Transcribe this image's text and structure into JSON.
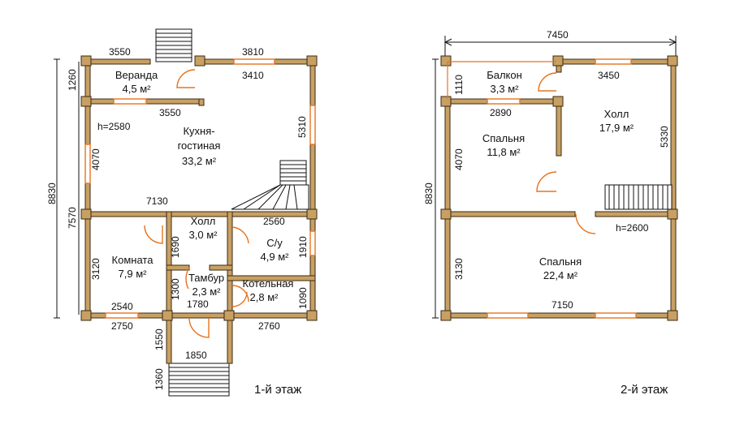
{
  "floor1": {
    "caption": "1-й этаж",
    "rooms": {
      "veranda": {
        "name": "Веранда",
        "area": "4,5 м²"
      },
      "kitchen": {
        "name1": "Кухня-",
        "name2": "гостиная",
        "area": "33,2 м²"
      },
      "hall": {
        "name": "Холл",
        "area": "3,0 м²"
      },
      "bathroom": {
        "name": "С/у",
        "area": "4,9 м²"
      },
      "room": {
        "name": "Комната",
        "area": "7,9 м²"
      },
      "vestibule": {
        "name": "Тамбур",
        "area": "2,3 м²"
      },
      "boiler": {
        "name": "Котельная",
        "area": "2,8 м²"
      }
    },
    "height": "h=2580",
    "dims": {
      "d3550top": "3550",
      "d3810": "3810",
      "d3410": "3410",
      "d3550mid": "3550",
      "d1260": "1260",
      "d8830": "8830",
      "d4070": "4070",
      "d5310": "5310",
      "d7570": "7570",
      "d7130": "7130",
      "d2560": "2560",
      "d1690": "1690",
      "d1910": "1910",
      "d3120": "3120",
      "d1300": "1300",
      "d1090": "1090",
      "d1780": "1780",
      "d2540": "2540",
      "d2750": "2750",
      "d2760": "2760",
      "d1550": "1550",
      "d1850": "1850",
      "d1360": "1360"
    }
  },
  "floor2": {
    "caption": "2-й этаж",
    "rooms": {
      "balcony": {
        "name": "Балкон",
        "area": "3,3 м²"
      },
      "hall": {
        "name": "Холл",
        "area": "17,9 м²"
      },
      "bedroom_small": {
        "name": "Спальня",
        "area": "11,8 м²"
      },
      "bedroom_big": {
        "name": "Спальня",
        "area": "22,4 м²"
      }
    },
    "height": "h=2600",
    "dims": {
      "d7450": "7450",
      "d1110": "1110",
      "d3450": "3450",
      "d2890": "2890",
      "d5330": "5330",
      "d8830": "8830",
      "d4070": "4070",
      "d3130": "3130",
      "d7150": "7150"
    }
  },
  "colors": {
    "wall": "#c8a064",
    "accent": "#e8731e",
    "line": "#111111"
  }
}
